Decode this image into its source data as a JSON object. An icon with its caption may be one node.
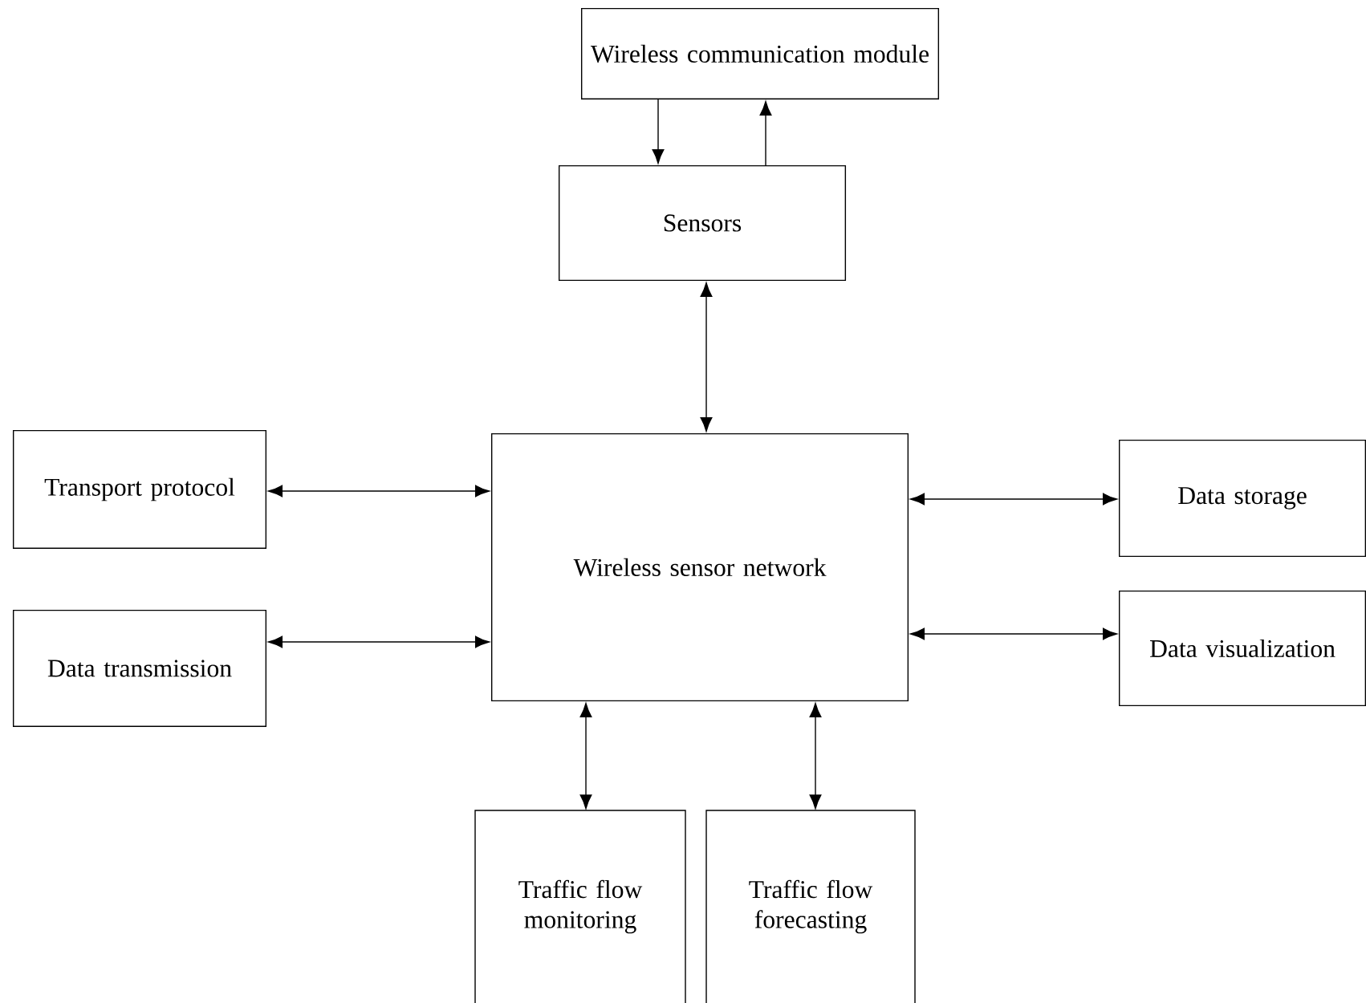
{
  "diagram": {
    "nodes": [
      {
        "text": [
          "Wireless communication module"
        ]
      },
      {
        "text": [
          "Sensors"
        ]
      },
      {
        "text": [
          "Wireless sensor network"
        ]
      },
      {
        "text": [
          "Transport protocol"
        ]
      },
      {
        "text": [
          "Data transmission"
        ]
      },
      {
        "text": [
          "Data storage"
        ]
      },
      {
        "text": [
          "Data visualization"
        ]
      },
      {
        "text": [
          "Traffic flow monitoring"
        ]
      },
      {
        "text": [
          "Traffic flow forecasting"
        ]
      }
    ],
    "edges": [
      {
        "from": 0,
        "to": 1,
        "arrow": "to"
      },
      {
        "from": 1,
        "to": 0,
        "arrow": "to"
      },
      {
        "from": 1,
        "to": 2,
        "arrow": "both"
      },
      {
        "from": 3,
        "to": 2,
        "arrow": "both"
      },
      {
        "from": 4,
        "to": 2,
        "arrow": "both"
      },
      {
        "from": 2,
        "to": 5,
        "arrow": "both"
      },
      {
        "from": 2,
        "to": 6,
        "arrow": "both"
      },
      {
        "from": 2,
        "to": 7,
        "arrow": "both"
      },
      {
        "from": 2,
        "to": 8,
        "arrow": "both"
      }
    ]
  }
}
